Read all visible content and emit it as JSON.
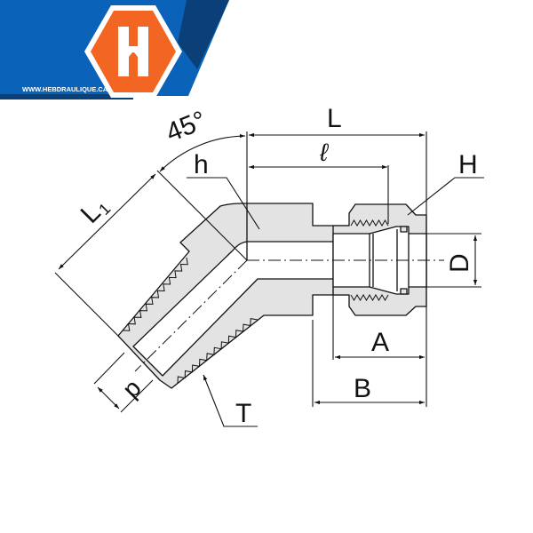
{
  "logo": {
    "letter": "H",
    "website": "WWW.HEBDRAULIQUE.CA",
    "colors": {
      "blue": "#0a63b8",
      "dark_blue": "#0b3f78",
      "orange": "#f26522",
      "white": "#ffffff"
    }
  },
  "diagram": {
    "title": "45° male elbow fitting dimensions",
    "fill_color": "#e3e3e3",
    "labels": {
      "angle": "45°",
      "L": "L",
      "l": "ℓ",
      "H": "H",
      "h": "h",
      "L1": "L",
      "L1_sub": "1",
      "D": "D",
      "A": "A",
      "B": "B",
      "T": "T",
      "d": "d"
    }
  }
}
